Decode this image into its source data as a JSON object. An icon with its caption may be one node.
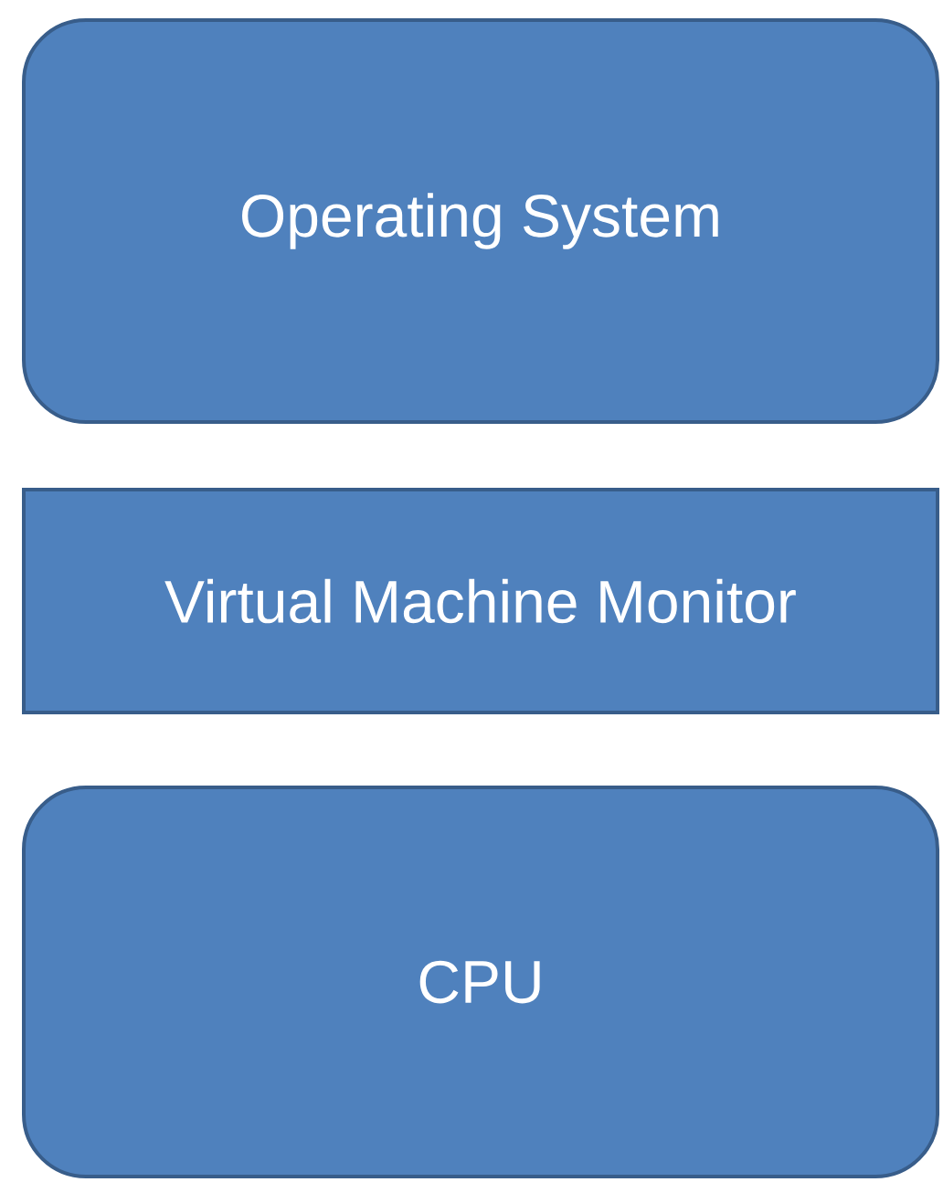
{
  "diagram": {
    "nodes": [
      {
        "text": [
          "Operating System"
        ]
      },
      {
        "text": [
          "Virtual Machine Monitor"
        ]
      },
      {
        "text": [
          "CPU"
        ]
      }
    ]
  }
}
